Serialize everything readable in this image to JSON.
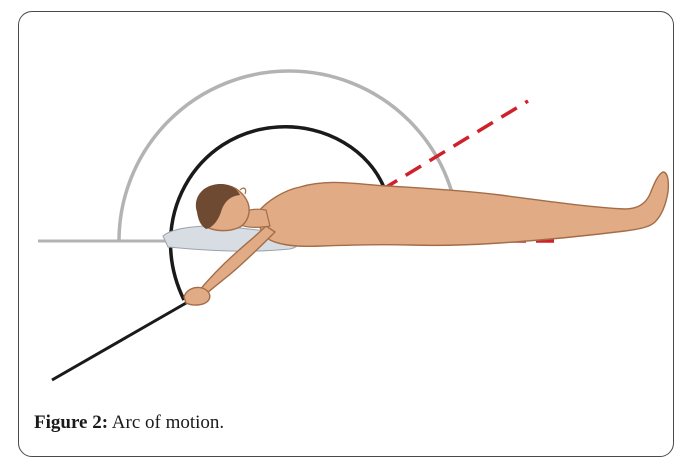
{
  "figure": {
    "label": "Figure 2:",
    "caption": "Arc of motion.",
    "illustration_subject": "supine human figure with arm raised overhead showing arc of motion",
    "colors": {
      "skin": "#e0ab85",
      "skin_outline": "#a46d48",
      "hair": "#6f4a33",
      "outer_arc": "#b3b3b3",
      "inner_arc": "#1a1a1a",
      "reference_lines": "#d0202a",
      "pillow": "#d7dde3"
    }
  }
}
